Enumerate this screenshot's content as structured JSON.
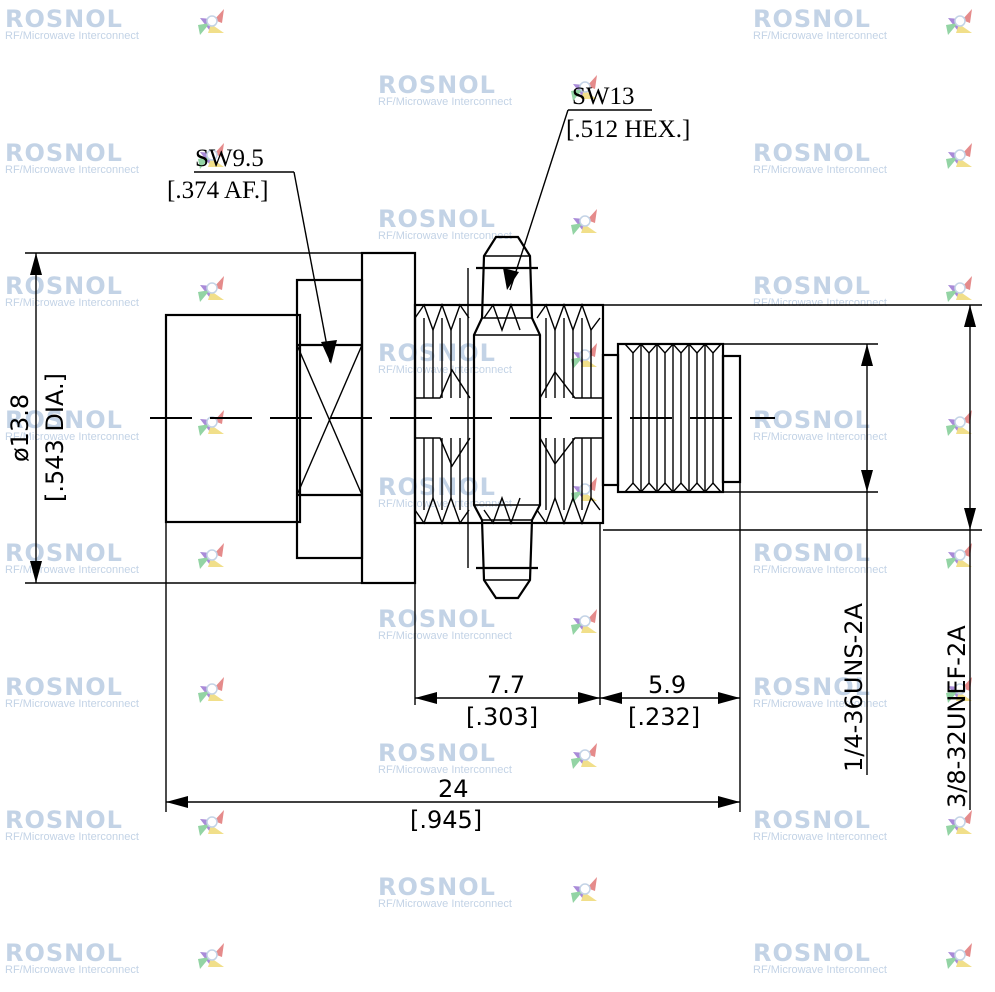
{
  "watermark": {
    "brand": "ROSNOL",
    "tagline": "RF/Microwave Interconnect",
    "colors": {
      "text": "#c3d3e6",
      "star_purple": "#a98bd8",
      "star_red": "#e58b8b",
      "star_yellow": "#f1df8a",
      "star_green": "#93d4a4"
    }
  },
  "callouts": {
    "sw13": {
      "label": "SW13",
      "sub": "[.512 HEX.]"
    },
    "sw95": {
      "label": "SW9.5",
      "sub": "[.374 AF.]"
    }
  },
  "dimensions": {
    "body_diameter": {
      "value": "ø13.8",
      "imperial": "[.543 DIA.]"
    },
    "thread_length": {
      "value": "7.7",
      "imperial": "[.303]"
    },
    "jack_length": {
      "value": "5.9",
      "imperial": "[.232]"
    },
    "overall_length": {
      "value": "24",
      "imperial": "[.945]"
    },
    "thread_small": {
      "value": "1/4-36UNS-2A"
    },
    "thread_large": {
      "value": "3/8-32UNEF-2A"
    }
  }
}
